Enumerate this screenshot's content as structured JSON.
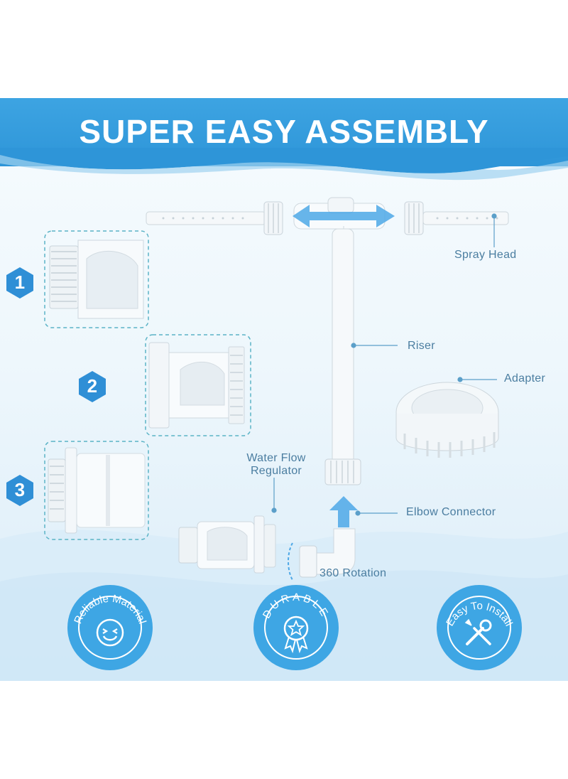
{
  "banner": {
    "title": "SUPER EASY ASSEMBLY"
  },
  "parts": {
    "spray_head": "Spray Head",
    "riser": "Riser",
    "adapter": "Adapter",
    "water_flow_regulator_line1": "Water Flow",
    "water_flow_regulator_line2": "Regulator",
    "elbow_connector": "Elbow Connector",
    "rotation": "360 Rotation"
  },
  "steps": [
    "1",
    "2",
    "3"
  ],
  "features": [
    {
      "label": "Reliable Material",
      "icon": "smiley-icon"
    },
    {
      "label": "DURABLE",
      "icon": "medal-star-icon"
    },
    {
      "label": "Easy To Install",
      "icon": "wrench-screwdriver-icon"
    }
  ],
  "colors": {
    "accent": "#2e95d8",
    "label": "#4a7da0",
    "dashed_border": "#5bb3c6"
  }
}
